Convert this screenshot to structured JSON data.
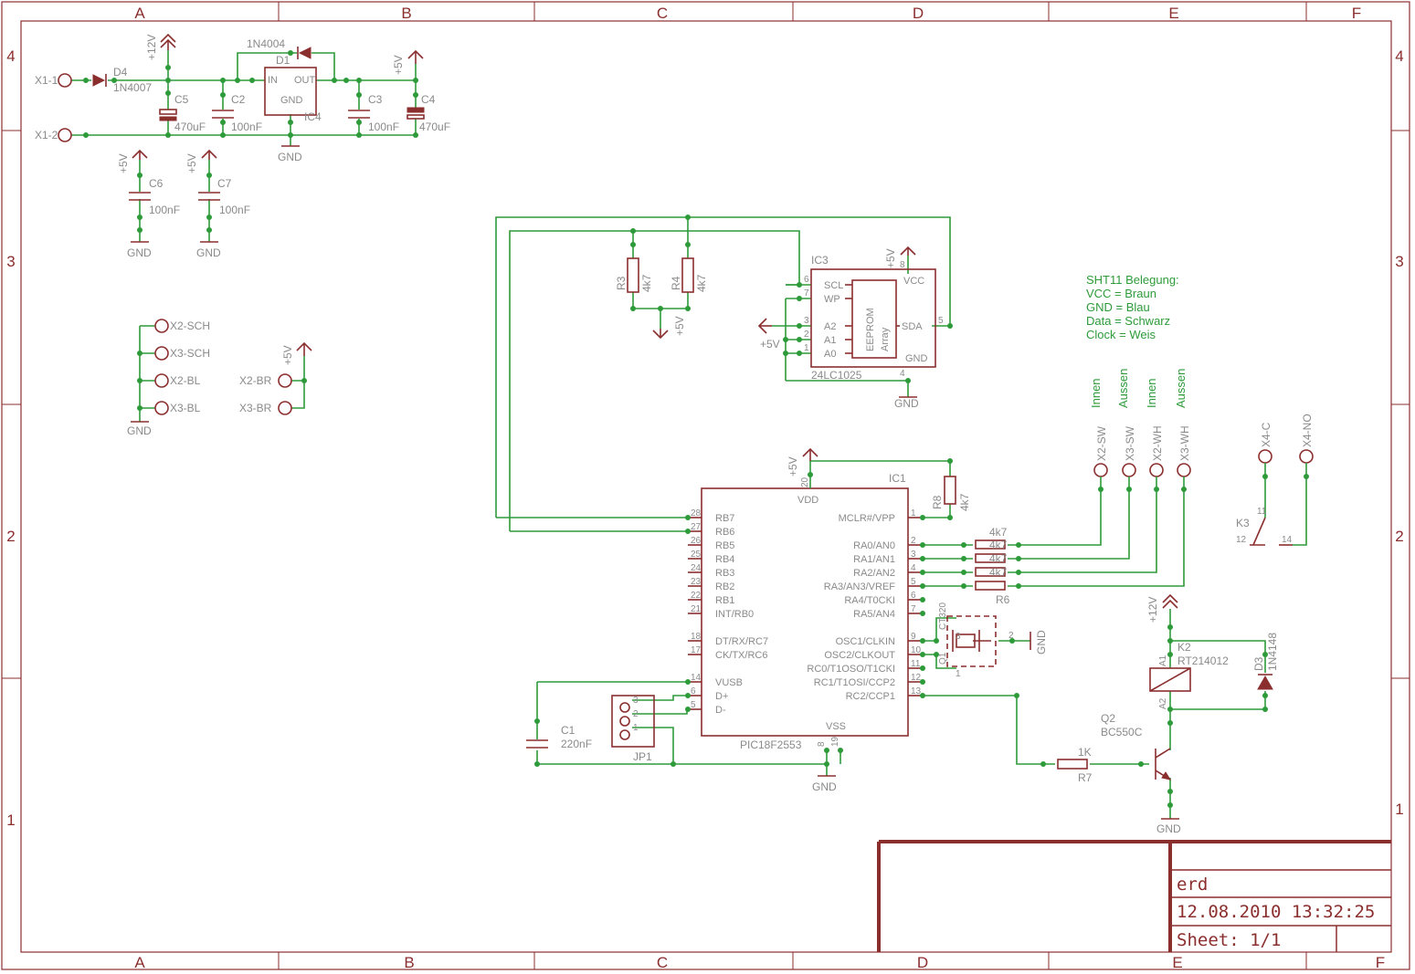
{
  "frame": {
    "cols": [
      "A",
      "B",
      "C",
      "D",
      "E",
      "F"
    ],
    "rows": [
      "4",
      "3",
      "2",
      "1"
    ]
  },
  "title_block": {
    "name": "erd",
    "datetime": "12.08.2010 13:32:25",
    "sheet": "Sheet: 1/1"
  },
  "note": {
    "line1": "SHT11 Belegung:",
    "line2": "VCC = Braun",
    "line3": "GND = Blau",
    "line4": "Data = Schwarz",
    "line5": "Clock = Weis"
  },
  "power": {
    "x1_top": "X1-1",
    "x1_bot": "X1-2",
    "d4": "D4",
    "d4_val": "1N4007",
    "p12v": "+12V",
    "p5v": "+5V",
    "gnd": "GND",
    "c5": "C5",
    "c5_val": "470uF",
    "c2": "C2",
    "c2_val": "100nF",
    "d1": "D1",
    "d1_val": "1N4004",
    "ic4": "IC4",
    "ic4_in": "IN",
    "ic4_out": "OUT",
    "ic4_gnd": "GND",
    "c3": "C3",
    "c3_val": "100nF",
    "c4": "C4",
    "c4_val": "470uF",
    "c6": "C6",
    "c6_val": "100nF",
    "c7": "C7",
    "c7_val": "100nF"
  },
  "connectors": {
    "x2sch": "X2-SCH",
    "x3sch": "X3-SCH",
    "x2bl": "X2-BL",
    "x3bl": "X3-BL",
    "x2br": "X2-BR",
    "x3br": "X3-BR",
    "x2sw": "X2-SW",
    "x3sw": "X3-SW",
    "x2wh": "X2-WH",
    "x3wh": "X3-WH",
    "x4c": "X4-C",
    "x4no": "X4-NO",
    "innen": "Innen",
    "aussen": "Aussen"
  },
  "eeprom": {
    "ref": "IC3",
    "part": "24LC1025",
    "scl": "SCL",
    "wp": "WP",
    "a2": "A2",
    "a1": "A1",
    "a0": "A0",
    "vcc": "VCC",
    "sda": "SDA",
    "gnd": "GND",
    "array1": "EEPROM",
    "array2": "Array",
    "r3": "R3",
    "r4": "R4",
    "rval": "4k7"
  },
  "mcu": {
    "ref": "IC1",
    "part": "PIC18F2553",
    "vdd": "VDD",
    "vss": "VSS",
    "left": [
      "RB7",
      "RB6",
      "RB5",
      "RB4",
      "RB3",
      "RB2",
      "RB1",
      "INT/RB0",
      "DT/RX/RC7",
      "CK/TX/RC6",
      "VUSB",
      "D+",
      "D-"
    ],
    "left_num": [
      "28",
      "27",
      "26",
      "25",
      "24",
      "23",
      "22",
      "21",
      "18",
      "17",
      "14",
      "6",
      "5"
    ],
    "right": [
      "MCLR#/VPP",
      "RA0/AN0",
      "RA1/AN1",
      "RA2/AN2",
      "RA3/AN3/VREF",
      "RA4/T0CKI",
      "RA5/AN4",
      "OSC1/CLKIN",
      "OSC2/CLKOUT",
      "RC0/T1OSO/T1CKI",
      "RC1/T1OSI/CCP2",
      "RC2/CCP1"
    ],
    "right_num": [
      "1",
      "2",
      "3",
      "4",
      "5",
      "6",
      "7",
      "9",
      "10",
      "11",
      "12",
      "13"
    ]
  },
  "misc": {
    "r8": "R8",
    "r8_val": "4k7",
    "r6": "R6",
    "r_val": "4k7",
    "q1": "Q1",
    "q1_val": "CT320",
    "c1": "C1",
    "c1_val": "220nF",
    "jp1": "JP1",
    "k2": "K2",
    "k2_val": "RT214012",
    "k3": "K3",
    "d3": "D3",
    "d3_val": "1N4148",
    "q2": "Q2",
    "q2_val": "BC550C",
    "r7": "R7",
    "r7_val": "1K",
    "a1": "A1",
    "a2": "A2"
  }
}
